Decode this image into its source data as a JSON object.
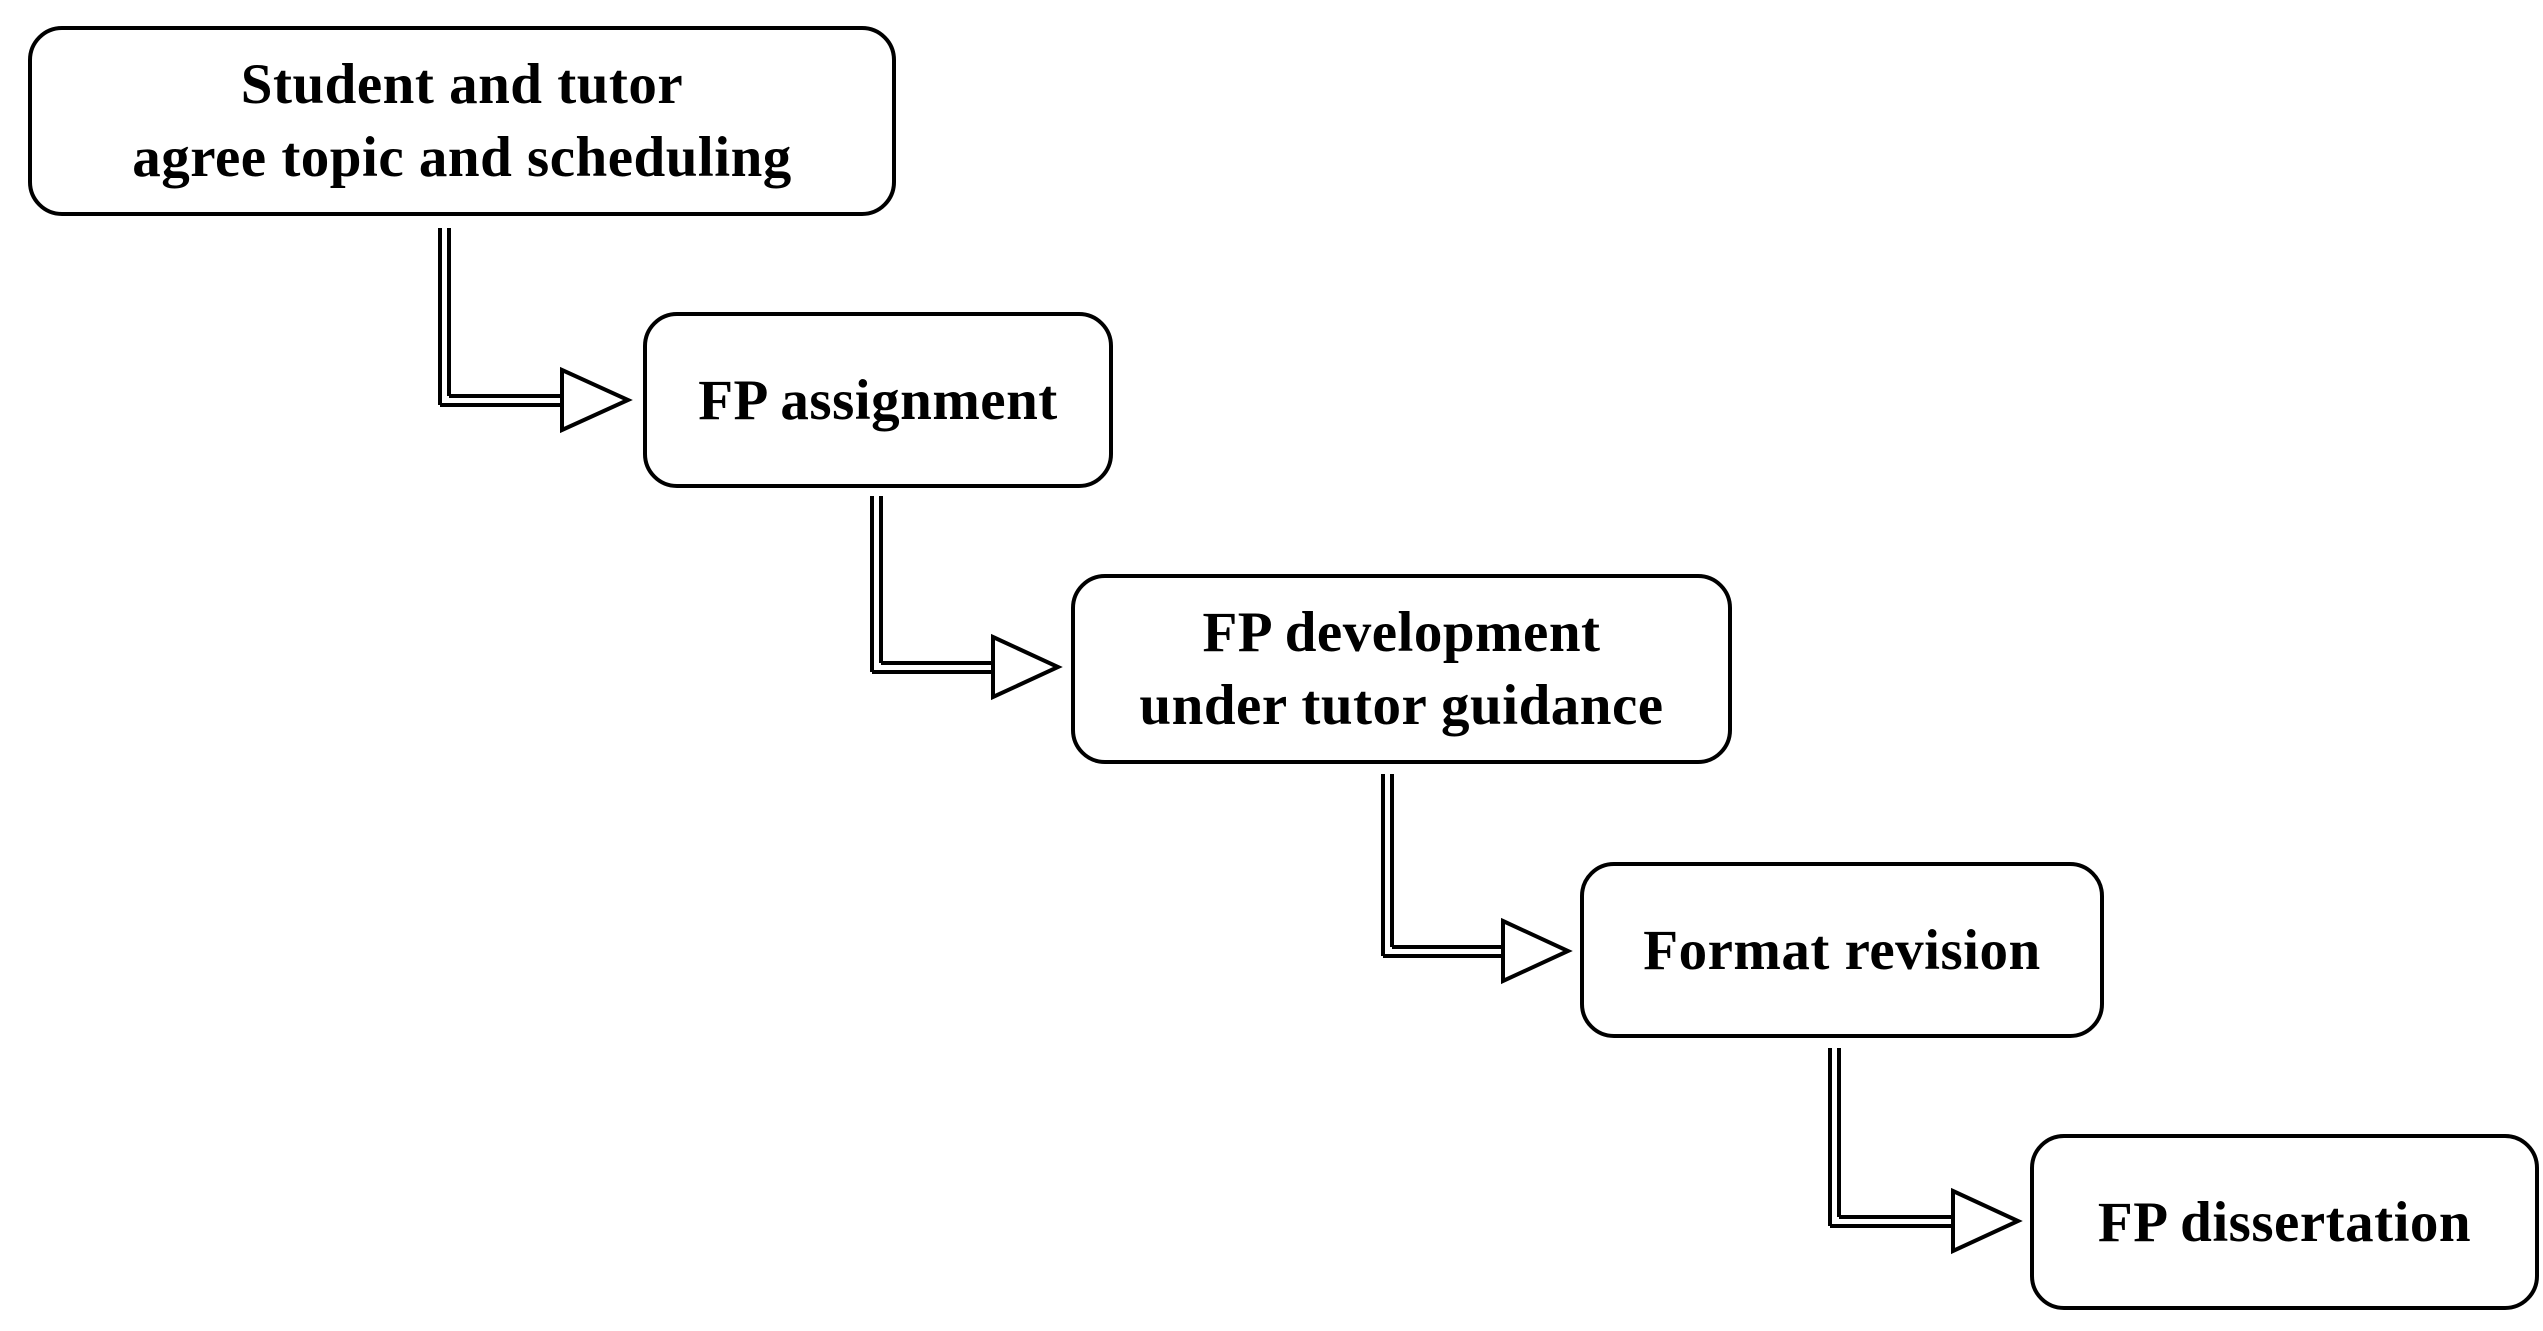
{
  "diagram": {
    "steps": [
      {
        "label": "Student and tutor\nagree topic and scheduling"
      },
      {
        "label": "FP assignment"
      },
      {
        "label": "FP development\nunder tutor guidance"
      },
      {
        "label": "Format revision"
      },
      {
        "label": "FP dissertation"
      }
    ],
    "colors": {
      "stroke": "#000000",
      "fill": "#ffffff",
      "text": "#000000"
    }
  }
}
